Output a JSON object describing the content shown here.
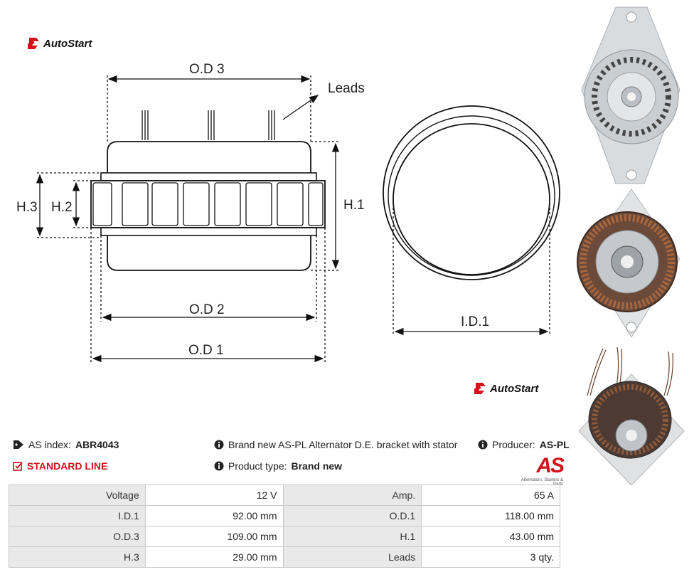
{
  "brand": {
    "logo_text": "AutoStart",
    "logo_text_2": "AutoStart"
  },
  "diagram": {
    "od3": "O.D 3",
    "leads": "Leads",
    "h3": "H.3",
    "h2": "H.2",
    "h1": "H.1",
    "od2": "O.D 2",
    "od1": "O.D 1",
    "id1": "I.D.1"
  },
  "info": {
    "as_index_label": "AS index:",
    "as_index_value": "ABR4043",
    "standard_line": "STANDARD LINE",
    "description": "Brand new AS-PL Alternator D.E. bracket with stator",
    "product_type_label": "Product type:",
    "product_type_value": "Brand new",
    "producer_label": "Producer:",
    "producer_value": "AS-PL",
    "as_logo": "AS",
    "as_logo_sub": "Alternators, Starters & Parts"
  },
  "specs": [
    {
      "label1": "Voltage",
      "value1": "12 V",
      "label2": "Amp.",
      "value2": "65 A"
    },
    {
      "label1": "I.D.1",
      "value1": "92.00 mm",
      "label2": "O.D.1",
      "value2": "118.00 mm"
    },
    {
      "label1": "O.D.3",
      "value1": "109.00 mm",
      "label2": "H.1",
      "value2": "43.00 mm"
    },
    {
      "label1": "H.3",
      "value1": "29.00 mm",
      "label2": "Leads",
      "value2": "3 qty."
    }
  ],
  "colors": {
    "accent": "#d0121b",
    "table_label_bg": "#e9e9e9"
  },
  "icons": [
    "autostart-logo-icon",
    "tag-icon",
    "checkbox-icon",
    "info-icon"
  ]
}
